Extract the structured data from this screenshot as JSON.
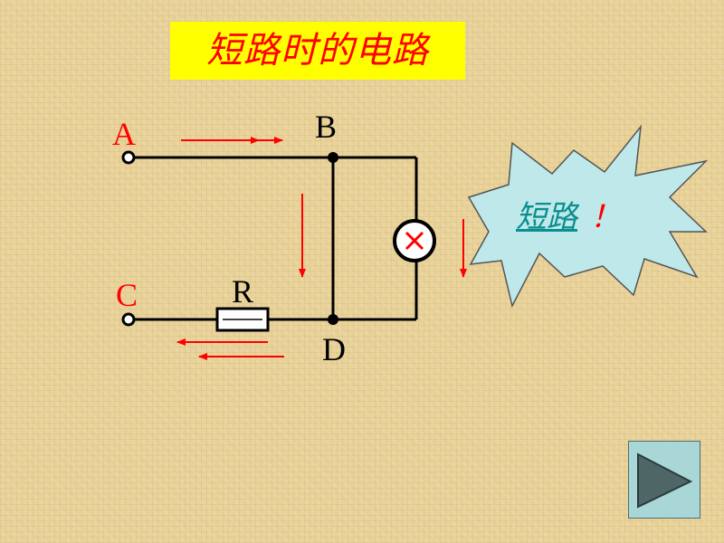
{
  "slide": {
    "title": "短路时的电路",
    "colors": {
      "title_background": "#ffff00",
      "title_text": "#ff0000",
      "arrow": "#ff0000",
      "wire": "#000000",
      "burst_fill": "#bfe8ea",
      "link_text": "#0a8f8f"
    }
  },
  "diagram": {
    "labels": {
      "a": "A",
      "b": "B",
      "c": "C",
      "d": "D",
      "resistor": "R"
    },
    "components": [
      "terminal-a",
      "terminal-c",
      "resistor",
      "lamp",
      "short-wire-bd"
    ],
    "burst": {
      "link_text": "短路",
      "exclaim": "！"
    }
  },
  "navigation": {
    "next_icon": "play-triangle-icon"
  }
}
